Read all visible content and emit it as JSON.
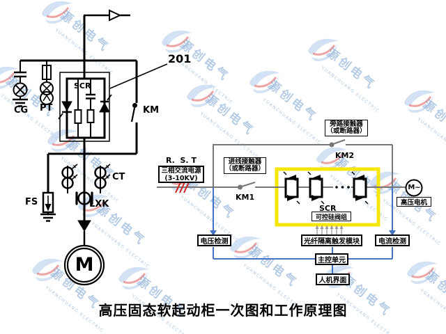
{
  "title": "高压固态软起动柜一次图和工作原理图",
  "watermark": {
    "logo": "swoosh-logo",
    "cn": "源创电气",
    "en": "YUANCHUANG ELECTRIC"
  },
  "colors": {
    "control_line_blue": "#4472c4",
    "scr_highlight_yellow": "#f6e70a",
    "phase_mark_red": "#d02020",
    "power_line_gray": "#777777"
  },
  "left_diagram": {
    "feeder_number": "201",
    "cg_label": "CG",
    "pt_label": "PT",
    "scr_label": "SCR",
    "km_label": "KM",
    "fs_label": "FS",
    "lxk_label": "LXK",
    "ct_label": "CT",
    "motor_label": "M"
  },
  "right_diagram": {
    "power_source": {
      "phases": "R.  S. T",
      "name": "三相交流电源",
      "voltage": "(3-10KV)"
    },
    "incoming_contactor": {
      "name": "进线接触器",
      "alt": "（或断路器）",
      "switch_label": "KM1"
    },
    "bypass_contactor": {
      "name": "旁路接触器",
      "alt": "（或断路器）",
      "switch_label": "KM2"
    },
    "scr_valve": {
      "label": "SCR",
      "name": "可控硅阀组"
    },
    "motor": {
      "symbol": "M~",
      "name": "高压电机"
    },
    "voltage_detection": "电压检测",
    "current_detection": "电流检测",
    "fiber_trigger_module": "光纤隔离触发模块",
    "main_control_unit": "主控单元",
    "hmi": "人机界面"
  }
}
